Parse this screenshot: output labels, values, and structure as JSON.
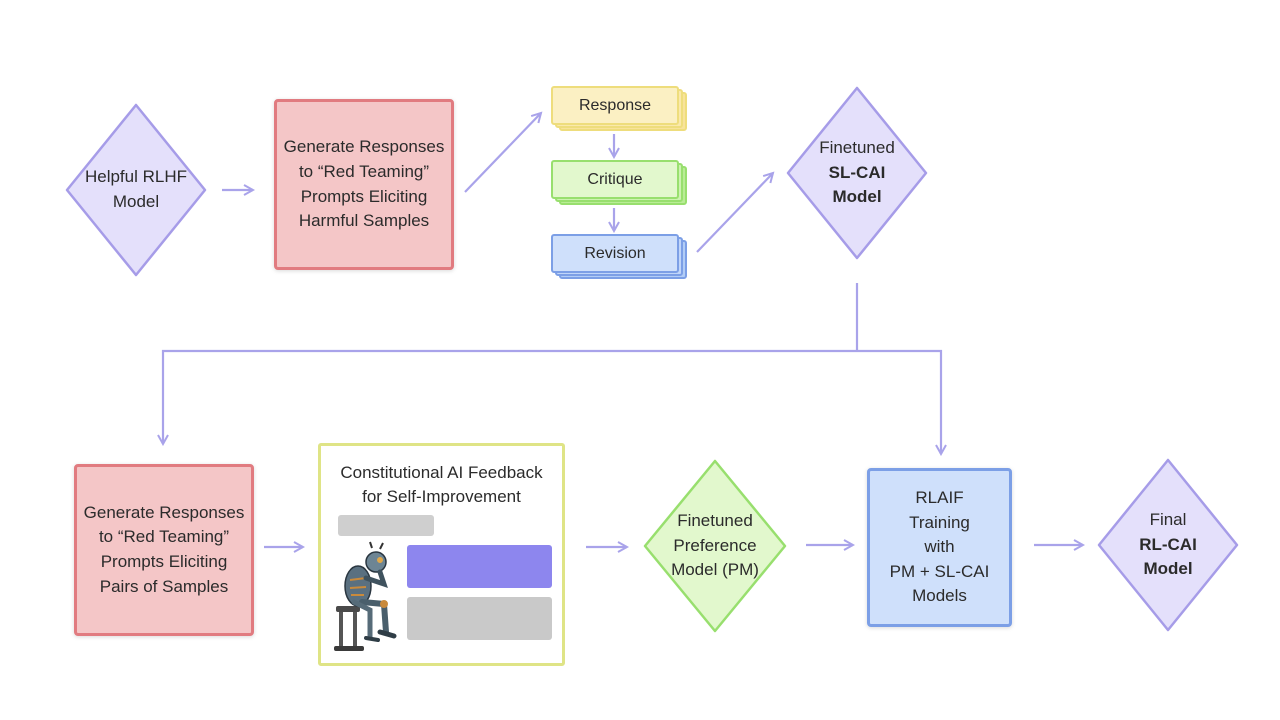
{
  "top_row": {
    "helpful_model": {
      "lines": [
        "Helpful RLHF",
        "Model"
      ]
    },
    "generate_responses": {
      "lines": [
        "Generate Responses",
        "to “Red Teaming”",
        "Prompts Eliciting",
        "Harmful Samples"
      ]
    },
    "stack": {
      "response": "Response",
      "critique": "Critique",
      "revision": "Revision"
    },
    "finetuned_sl_cai": {
      "lines": [
        "Finetuned"
      ],
      "bold_lines": [
        "SL-CAI",
        "Model"
      ]
    }
  },
  "bottom_row": {
    "generate_pairs": {
      "lines": [
        "Generate Responses",
        "to “Red Teaming”",
        "Prompts Eliciting",
        "Pairs of Samples"
      ]
    },
    "feedback_panel": {
      "title_lines": [
        "Constitutional AI Feedback",
        "for Self-Improvement"
      ]
    },
    "preference_model": {
      "lines": [
        "Finetuned",
        "Preference",
        "Model (PM)"
      ]
    },
    "rlaif_training": {
      "lines": [
        "RLAIF",
        "Training",
        "with",
        "PM + SL-CAI",
        "Models"
      ]
    },
    "final_model": {
      "lines": [
        "Final"
      ],
      "bold_lines": [
        "RL-CAI",
        "Model"
      ]
    }
  },
  "colors": {
    "arrow": "#a9a3ea",
    "purple_fill": "#e4e0fb",
    "purple_stroke": "#a69ce8",
    "green_fill": "#e2f8cd",
    "green_stroke": "#98df6e",
    "red_fill": "#f4c6c7",
    "red_stroke": "#e17b80",
    "blue_fill": "#cfe0fb",
    "blue_stroke": "#7c9fe6",
    "yellow_fill": "#fbf0c3",
    "yellow_stroke": "#eedd7c"
  }
}
